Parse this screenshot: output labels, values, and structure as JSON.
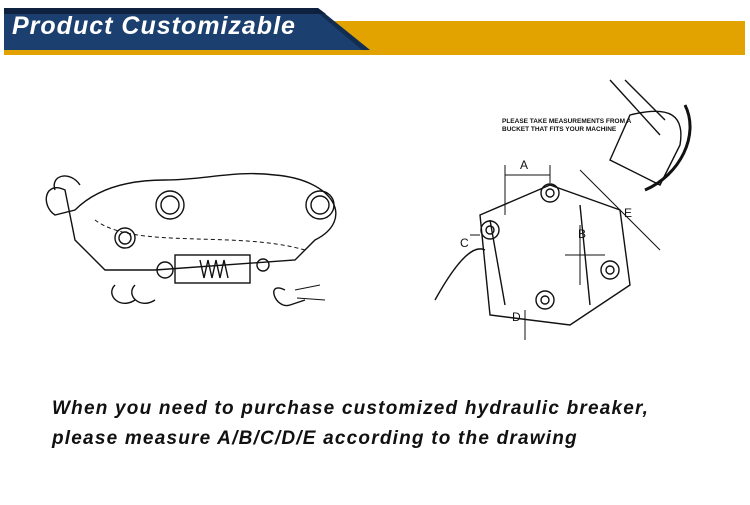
{
  "header": {
    "title": "Product Customizable"
  },
  "diagram": {
    "note": "PLEASE TAKE MEASUREMENTS FROM A BUCKET THAT FITS YOUR MACHINE",
    "labels": {
      "a": "A",
      "b": "B",
      "c": "C",
      "d": "D",
      "e": "E"
    }
  },
  "caption": {
    "line1": "When you need to purchase customized hydraulic breaker,",
    "line2": "please measure A/B/C/D/E according to the drawing"
  },
  "colors": {
    "blue": "#1b3f6e",
    "navy": "#0e2240",
    "gold": "#e2a300"
  }
}
